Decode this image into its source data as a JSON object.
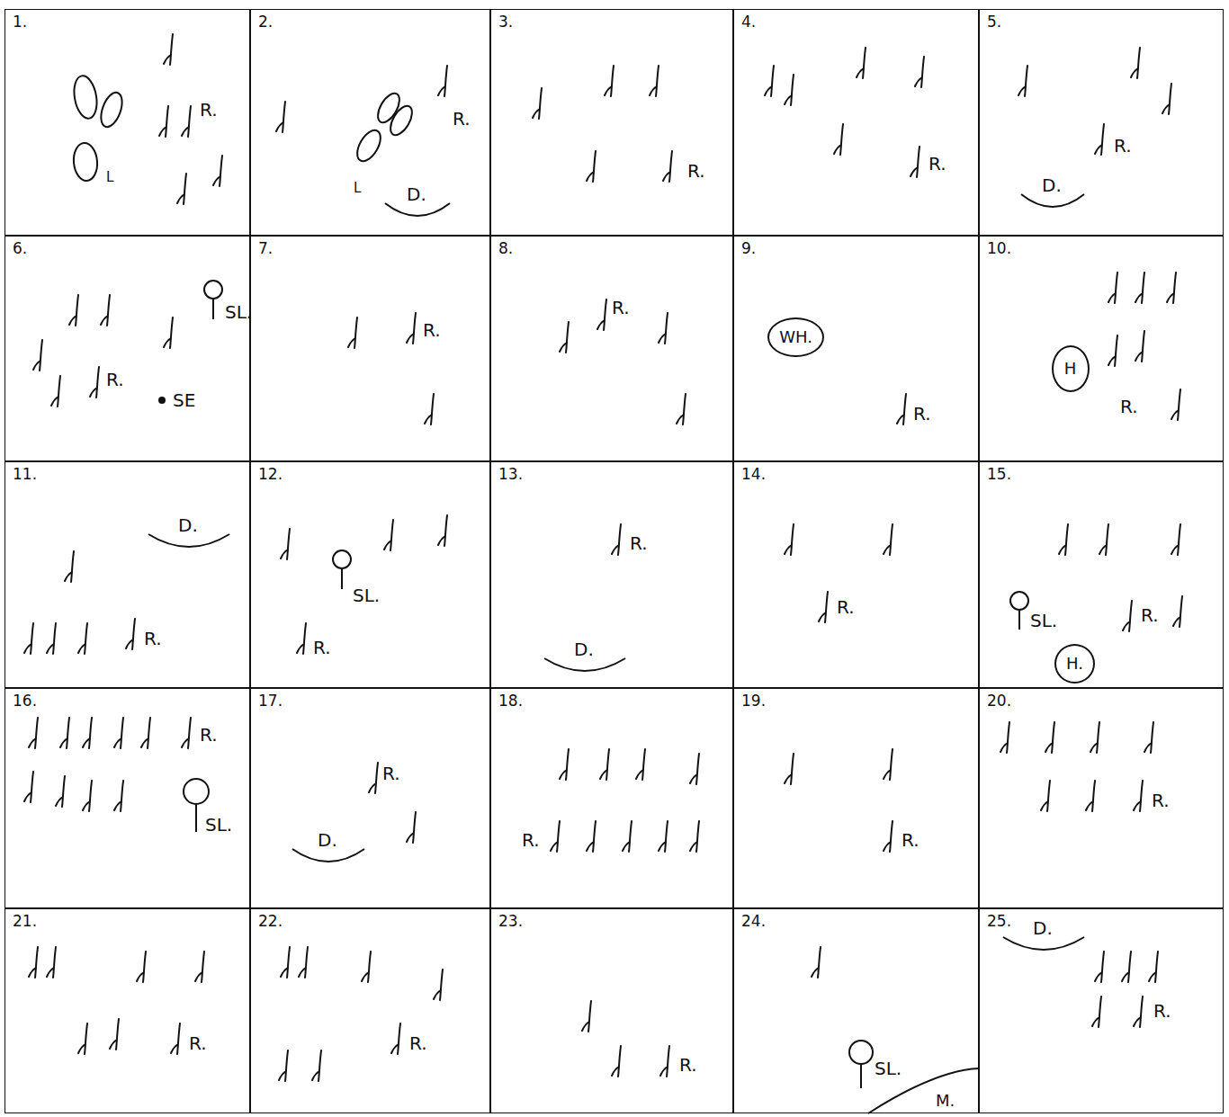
{
  "diagram": {
    "nodes": [
      {
        "text": [
          "1."
        ]
      },
      {
        "text": [
          "2."
        ]
      },
      {
        "text": [
          "3."
        ]
      },
      {
        "text": [
          "4."
        ]
      },
      {
        "text": [
          "5."
        ]
      },
      {
        "text": [
          "6."
        ]
      },
      {
        "text": [
          "7."
        ]
      },
      {
        "text": [
          "8."
        ]
      },
      {
        "text": [
          "9."
        ]
      },
      {
        "text": [
          "WH."
        ],
        "in": 8
      },
      {
        "text": [
          "10."
        ]
      },
      {
        "text": [
          "H"
        ],
        "in": 10
      },
      {
        "text": [
          "11."
        ]
      },
      {
        "text": [
          "12."
        ]
      },
      {
        "text": [
          "13."
        ]
      },
      {
        "text": [
          "14."
        ]
      },
      {
        "text": [
          "15."
        ]
      },
      {
        "text": [
          "H."
        ],
        "in": 16
      },
      {
        "text": [
          "16."
        ]
      },
      {
        "text": [
          "17."
        ]
      },
      {
        "text": [
          "18."
        ]
      },
      {
        "text": [
          "19."
        ]
      },
      {
        "text": [
          "20."
        ]
      },
      {
        "text": [
          "21."
        ]
      },
      {
        "text": [
          "22."
        ]
      },
      {
        "text": [
          "23."
        ]
      },
      {
        "text": [
          "24."
        ]
      },
      {
        "text": [
          "25."
        ]
      }
    ],
    "labels": [
      "R.",
      "L",
      "R.",
      "L",
      "D.",
      "R.",
      "R.",
      "R.",
      "D.",
      "SL.",
      "R.",
      "SE",
      "R.",
      "R.",
      "R.",
      "R.",
      "D.",
      "R.",
      "SL.",
      "R.",
      "R.",
      "D.",
      "R.",
      "SL.",
      "R.",
      "R.",
      "SL.",
      "R.",
      "D.",
      "R.",
      "R.",
      "R.",
      "R.",
      "R.",
      "R.",
      "SL.",
      "M.",
      "D.",
      "R."
    ]
  }
}
